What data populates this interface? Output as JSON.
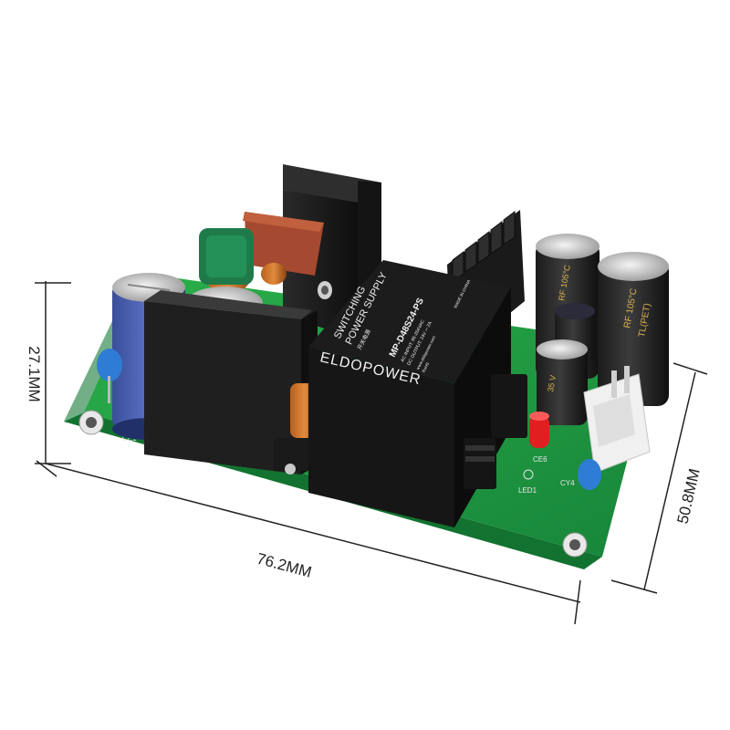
{
  "dimensions": {
    "width": "76.2MM",
    "depth": "50.8MM",
    "height": "27.1MM"
  },
  "module": {
    "brand": "ELDOPOWER",
    "line1": "SWITCHING",
    "line2": "POWER SUPPLY",
    "model": "MP-D48S24-PS",
    "cn": "开关电源",
    "spec_in": "AC INPUT: 85-264VAC",
    "spec_out": "DC OUTPUT: 24V ⎓ 2A",
    "web": "www.eldopower.com",
    "rohs": "RoHS",
    "origin": "MADE IN CHINA"
  },
  "silkscreen": {
    "ce1": "CE1",
    "ce6": "CE6",
    "led1": "LED1",
    "cy4": "CY4"
  },
  "capacitor_text": {
    "big1_a": "RF 105°C",
    "big2_a": "RF 105°C",
    "big2_b": "TL(PET)",
    "small": "35 V"
  },
  "colors": {
    "pcb": "#1e9a3c",
    "heatsink": "#1c1c1c",
    "module": "#111111",
    "background": "#ffffff"
  }
}
